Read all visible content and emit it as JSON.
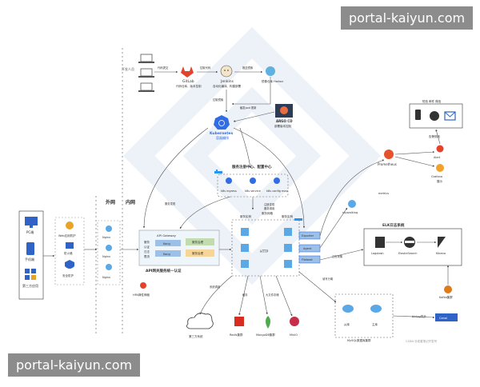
{
  "watermark": {
    "top": "portal-kaiyun.com",
    "bottom": "portal-kaiyun.com"
  },
  "credit": "CSDN @老星笔记开发号",
  "section": {
    "outer": "外网",
    "inner": "内网"
  },
  "dev": {
    "label": "开发人员"
  },
  "gitlab": {
    "name": "GitLab",
    "desc": "代码仓库、版本控制"
  },
  "jenkins": {
    "name": "Jenkins",
    "desc": "自动化编译、构建部署"
  },
  "harbor": {
    "name": "镜像仓库 Harbor"
  },
  "argocd": {
    "name": "ARGO CD",
    "desc": "部署版本控制"
  },
  "kubernetes": {
    "name": "Kubernetes",
    "desc": "容器编排"
  },
  "registry": {
    "title": "服务注册中心、配置中心",
    "items": [
      "k8s ingress",
      "k8s service",
      "k8s config map"
    ]
  },
  "clients": {
    "items": [
      "PC端",
      "手机端",
      "第三方应用"
    ]
  },
  "security": {
    "items": [
      "Web应用防护",
      "防火墙",
      "安全防护"
    ]
  },
  "nginx": {
    "items": [
      "Nginx",
      "Nginx",
      "Nginx"
    ]
  },
  "gateway": {
    "name": "API Gateway",
    "labels": [
      "服务",
      "认证",
      "日志",
      "限流"
    ],
    "cells": [
      "Kong",
      "Kong",
      "服务治理",
      "服务治理"
    ],
    "caption": "API网关服务统一认证"
  },
  "microservices": {
    "items": [
      "服务实例",
      "服务网格",
      "服务实例"
    ],
    "center": "HTTP"
  },
  "agents": {
    "items": [
      "Exporter",
      "Agent",
      "Filebeat"
    ]
  },
  "monitoring": {
    "prometheus": "Prometheus",
    "skywalking": "skywalking",
    "metrics": "metrics",
    "grafana": "Grafana",
    "grafana_desc": "展示",
    "alert": "Alert",
    "alert_channels": "短信 邮件 微信",
    "alert_rule": "告警规则"
  },
  "elk": {
    "title": "ELK日志系统",
    "items": [
      "Logstash",
      "ElasticSearch",
      "Kibana"
    ],
    "kafka": "Kafka集群"
  },
  "storage": {
    "items": [
      "Redis集群",
      "MongoDB集群",
      "MinIO"
    ],
    "third_party": "第三方系统"
  },
  "mysql": {
    "label": "MySQL数据库集群",
    "nodes": [
      "从库",
      "主库"
    ]
  },
  "binlog": {
    "label": "binlog同步"
  },
  "canal": {
    "label": "Canal"
  },
  "edges": {
    "l1": "代码提交",
    "l2": "拉取代码",
    "l3": "推送镜像",
    "l4": "拉取镜像",
    "l5": "触发pod 更新",
    "l6": "服务发现",
    "l7": "注册发现",
    "l8": "服务调用",
    "l9": "系统调用",
    "l10": "缓存",
    "l11": "大文件存储",
    "l12": "日志采集",
    "l13": "读写分离",
    "l14": "HPA弹性伸缩"
  }
}
